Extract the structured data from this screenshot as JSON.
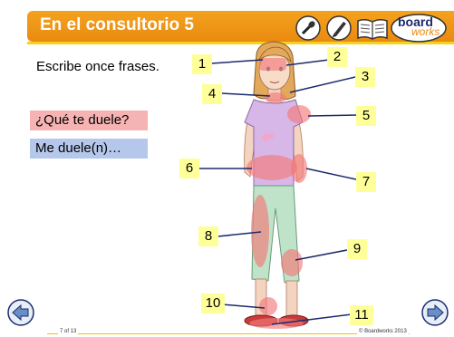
{
  "header": {
    "title": "En el consultorio 5",
    "logo_text_top": "board",
    "logo_text_bottom": "works"
  },
  "main": {
    "instruction": "Escribe once frases.",
    "phrase_1": "¿Qué te duele?",
    "phrase_2": "Me duele(n)…"
  },
  "labels": [
    "1",
    "2",
    "3",
    "4",
    "5",
    "6",
    "7",
    "8",
    "9",
    "10",
    "11"
  ],
  "footer": {
    "page": "7 of 13",
    "copyright": "© Boardworks 2013"
  },
  "colors": {
    "title_bar": "#e98a10",
    "accent_yellow": "#f7d21c",
    "pain_pink": "#f28b8b",
    "label_yellow": "#ffff99",
    "phrase_pink": "#f5b3b3",
    "phrase_blue": "#b5c7eb"
  },
  "icons": [
    "microphone-icon",
    "pen-icon",
    "book-icon",
    "prev-arrow-icon",
    "next-arrow-icon"
  ]
}
